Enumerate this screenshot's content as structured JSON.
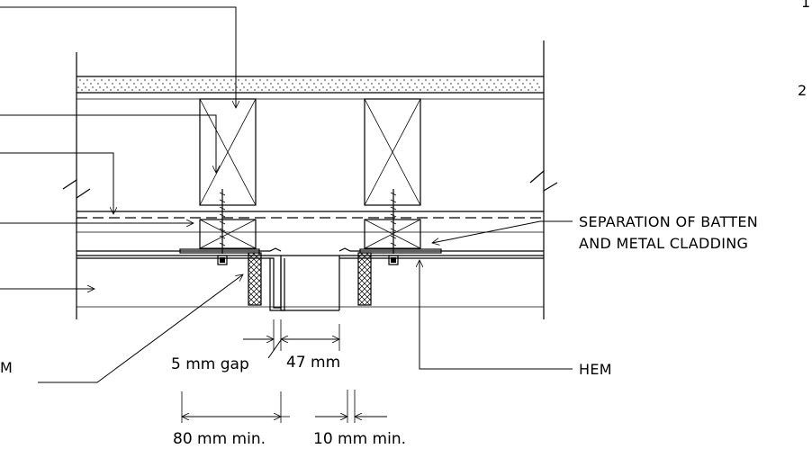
{
  "annotations": {
    "separation_line1": "SEPARATION OF BATTEN",
    "separation_line2": "AND METAL CLADDING",
    "hem": "HEM",
    "hem_left_fragment": "M",
    "page_mark_2": "2",
    "page_mark_1": "1"
  },
  "dimensions": {
    "gap": "5 mm gap",
    "seam_width": "47 mm",
    "spacing_min": "80 mm min.",
    "hem_min": "10 mm min."
  },
  "colors": {
    "ink": "#000000",
    "background": "#ffffff"
  }
}
